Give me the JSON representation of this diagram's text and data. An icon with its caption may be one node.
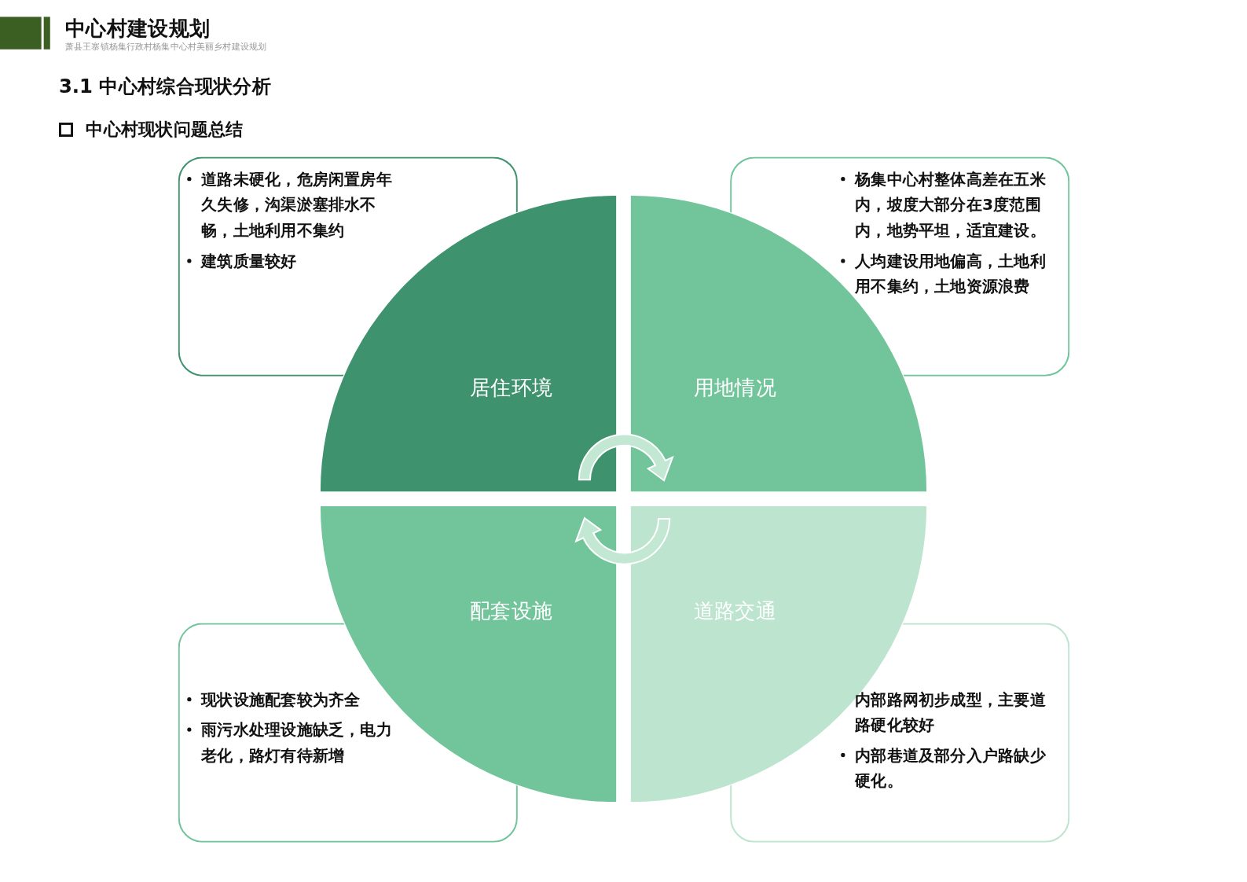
{
  "diagram": {
    "title": "中心村建设规划",
    "nodes": [
      {
        "text": [
          "居住环境"
        ]
      },
      {
        "text": [
          "用地情况"
        ]
      },
      {
        "text": [
          "配套设施"
        ]
      },
      {
        "text": [
          "道路交通"
        ]
      },
      {
        "text": [
          "道路未硬化，危房闲置房年久失修，沟渠淤塞排水不畅，土地利用不集约",
          "建筑质量较好"
        ]
      },
      {
        "text": [
          "杨集中心村整体高差在五米内，坡度大部分在3度范围内，地势平坦，适宜建设。",
          "人均建设用地偏高，土地利用不集约，土地资源浪费"
        ]
      },
      {
        "text": [
          "现状设施配套较为齐全",
          "雨污水处理设施缺乏，电力老化，路灯有待新增"
        ]
      },
      {
        "text": [
          "内部路网初步成型，主要道路硬化较好",
          "内部巷道及部分入户路缺少硬化。"
        ]
      }
    ],
    "edges": [
      {
        "from": 0,
        "to": 1,
        "arrow": "to"
      },
      {
        "from": 3,
        "to": 2,
        "arrow": "to"
      }
    ],
    "labels": [
      "萧县王寨镇杨集行政村杨集中心村美丽乡村建设规划",
      "3.1 中心村综合现状分析",
      "中心村现状问题总结"
    ]
  }
}
